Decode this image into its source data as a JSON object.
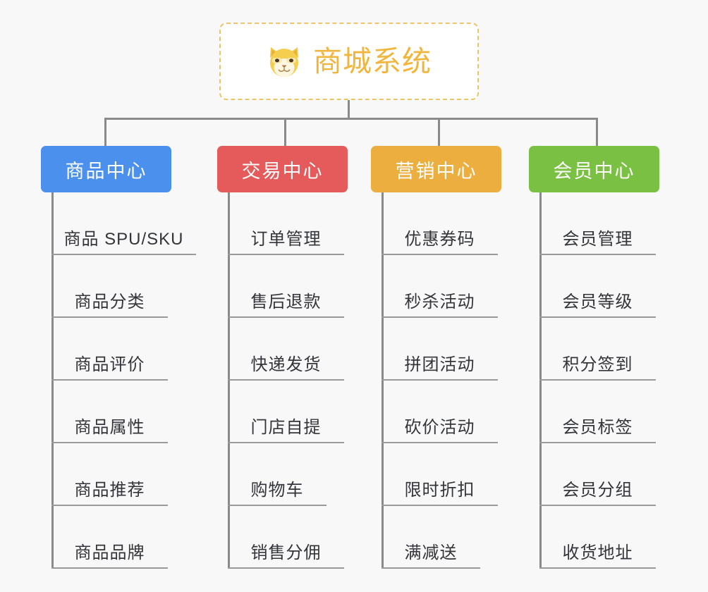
{
  "background_color": "#F8F8F8",
  "root": {
    "title": "商城系统",
    "icon": "shiba-dog-face-icon",
    "text_color": "#F2B53C",
    "border_color": "#EFC367",
    "fill_color": "#FFFFFF"
  },
  "connector_color": "#8A8A8A",
  "columns": [
    {
      "label": "商品中心",
      "color": "#4A90EC",
      "items": [
        "商品 SPU/SKU",
        "商品分类",
        "商品评价",
        "商品属性",
        "商品推荐",
        "商品品牌"
      ]
    },
    {
      "label": "交易中心",
      "color": "#E55B5B",
      "items": [
        "订单管理",
        "售后退款",
        "快递发货",
        "门店自提",
        "购物车",
        "销售分佣"
      ]
    },
    {
      "label": "营销中心",
      "color": "#EDAE40",
      "items": [
        "优惠券码",
        "秒杀活动",
        "拼团活动",
        "砍价活动",
        "限时折扣",
        "满减送"
      ]
    },
    {
      "label": "会员中心",
      "color": "#7AC143",
      "items": [
        "会员管理",
        "会员等级",
        "积分签到",
        "会员标签",
        "会员分组",
        "收货地址"
      ]
    }
  ]
}
